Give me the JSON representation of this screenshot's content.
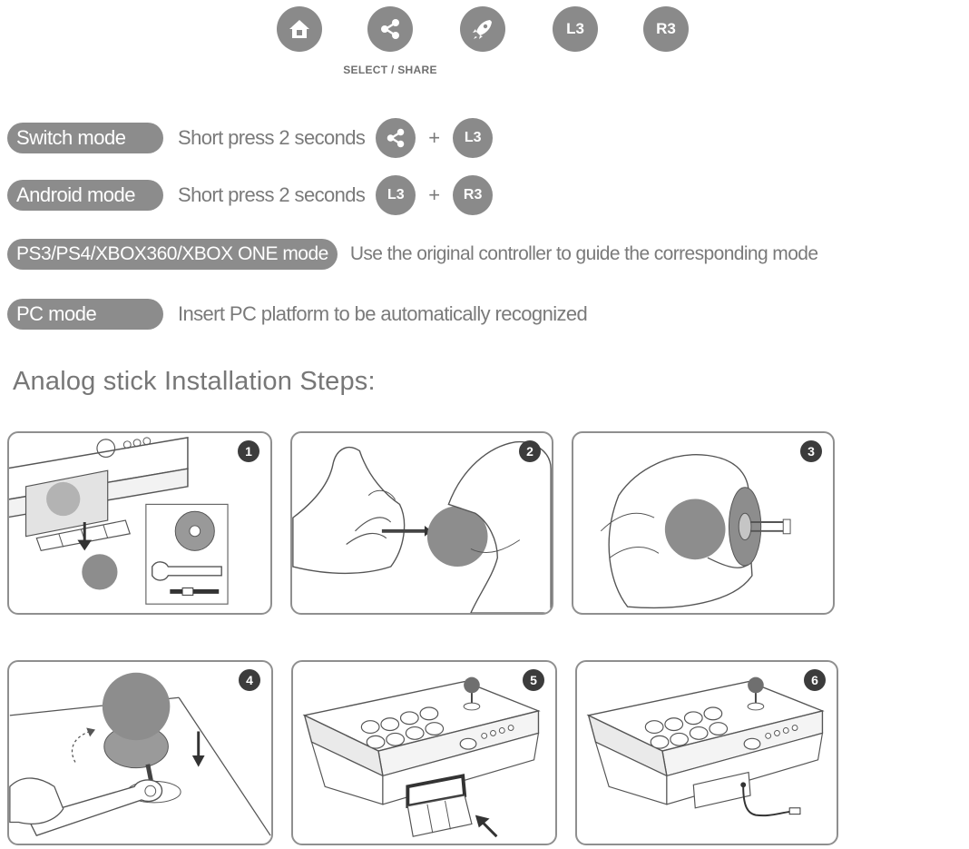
{
  "top_buttons": {
    "home_icon": "home-icon",
    "share_icon": "share-icon",
    "turbo_icon": "rocket-icon",
    "l3": "L3",
    "r3": "R3",
    "caption": "SELECT / SHARE"
  },
  "modes": [
    {
      "label": "Switch mode",
      "description": "Short press 2 seconds",
      "combo": [
        "share-icon",
        "L3"
      ],
      "plus": "+"
    },
    {
      "label": "Android mode",
      "description": "Short press 2 seconds",
      "combo": [
        "L3",
        "R3"
      ],
      "plus": "+"
    },
    {
      "label": "PS3/PS4/XBOX360/XBOX ONE mode",
      "description": "Use the original controller to guide the corresponding mode"
    },
    {
      "label": "PC mode",
      "description": "Insert PC platform to be automatically recognized"
    }
  ],
  "combo_labels": {
    "l3": "L3",
    "r3": "R3"
  },
  "heading": "Analog stick Installation Steps:",
  "steps": [
    "1",
    "2",
    "3",
    "4",
    "5",
    "6"
  ],
  "colors": {
    "button_gray": "#8a8a8a",
    "pill_gray": "#8c8c8c",
    "badge_dark": "#3c3c3c",
    "line_gray": "#555555"
  }
}
